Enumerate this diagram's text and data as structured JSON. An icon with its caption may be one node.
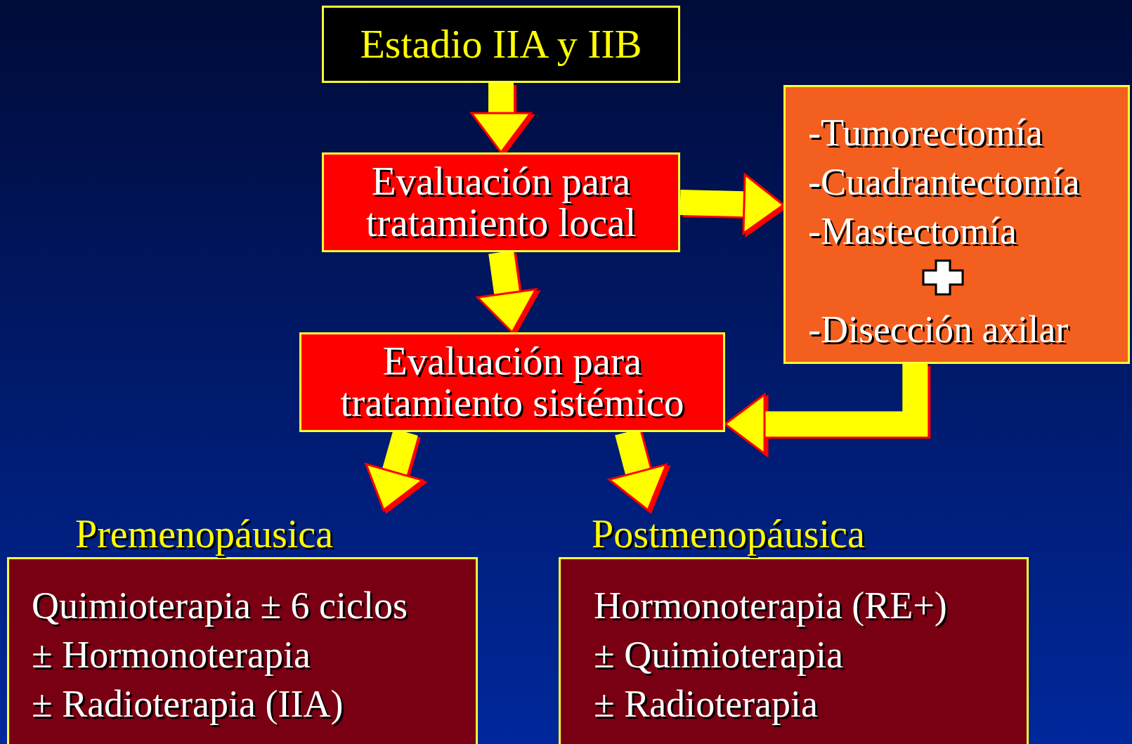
{
  "diagram": {
    "nodes": [
      {
        "text": [
          "Estadio IIA y IIB"
        ]
      },
      {
        "text": [
          "Evaluación para tratamiento local"
        ]
      },
      {
        "text": [
          "-Tumorectomía",
          "-Cuadrantectomía",
          "-Mastectomía",
          "-Disección axilar"
        ]
      },
      {
        "text": [
          "Evaluación para tratamiento sistémico"
        ]
      },
      {
        "text": [
          "Premenopáusica",
          "Quimioterapia ± 6 ciclos",
          "± Hormonoterapia",
          "± Radioterapia (IIA)"
        ]
      },
      {
        "text": [
          "Postmenopáusica",
          "Hormonoterapia (RE+)",
          "± Quimioterapia",
          "± Radioterapia"
        ]
      }
    ],
    "edges": [
      {
        "from": 0,
        "to": 1,
        "arrow": "to"
      },
      {
        "from": 1,
        "to": 2,
        "arrow": "to"
      },
      {
        "from": 1,
        "to": 3,
        "arrow": "to"
      },
      {
        "from": 2,
        "to": 3,
        "arrow": "to"
      },
      {
        "from": 3,
        "to": 4,
        "arrow": "to"
      },
      {
        "from": 3,
        "to": 5,
        "arrow": "to"
      }
    ]
  }
}
